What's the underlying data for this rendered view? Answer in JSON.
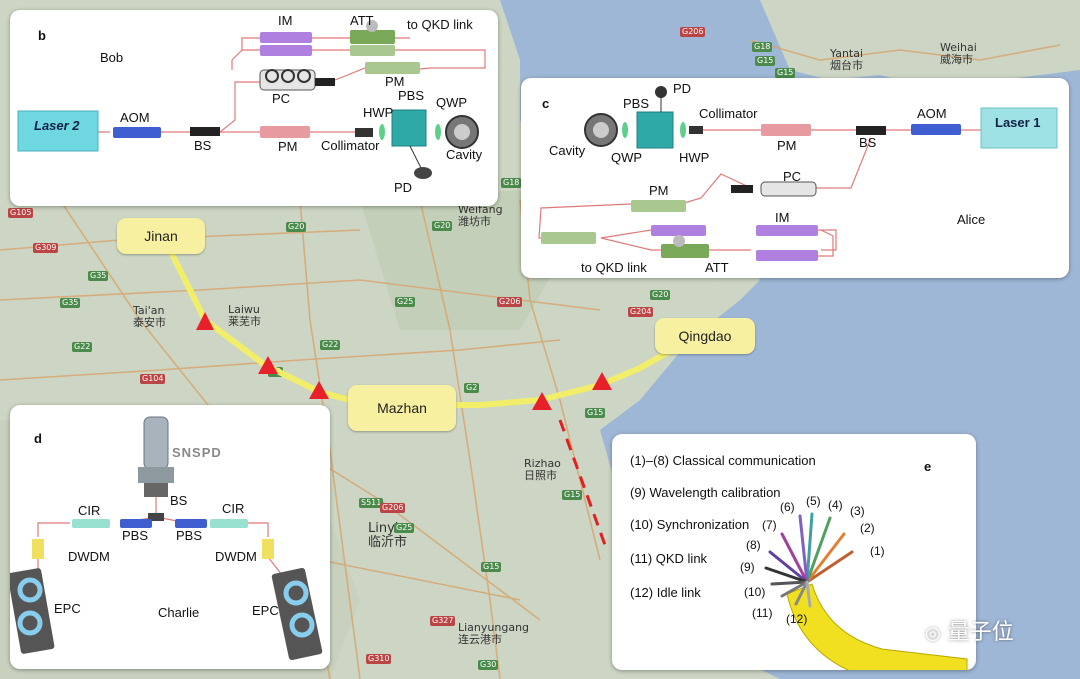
{
  "map": {
    "cities": [
      "Jinan",
      "Qingdao",
      "Mazhan"
    ],
    "places": [
      {
        "en": "Yantai",
        "zh": "烟台市"
      },
      {
        "en": "Weihai",
        "zh": "威海市"
      },
      {
        "en": "Weifang",
        "zh": "潍坊市"
      },
      {
        "en": "Tai'an",
        "zh": "泰安市"
      },
      {
        "en": "Laiwu",
        "zh": "莱芜市"
      },
      {
        "en": "Rizhao",
        "zh": "日照市"
      },
      {
        "en": "Linyi",
        "zh": "临沂市"
      },
      {
        "en": "Lianyungang",
        "zh": "连云港市"
      }
    ],
    "roads": [
      "G206",
      "G18",
      "G15",
      "G15",
      "G18",
      "G105",
      "G309",
      "G35",
      "G35",
      "G20",
      "G20",
      "G25",
      "G22",
      "G22",
      "G104",
      "G2",
      "G2",
      "G206",
      "G204",
      "G20",
      "G15",
      "G15",
      "S511",
      "G206",
      "G25",
      "G15",
      "G327",
      "G30",
      "G310"
    ]
  },
  "panel_b": {
    "letter": "b",
    "owner": "Bob",
    "labels": {
      "im": "IM",
      "att": "ATT",
      "to_qkd": "to QKD link",
      "pm_top": "PM",
      "pc": "PC",
      "laser": "Laser 2",
      "aom": "AOM",
      "bs": "BS",
      "pm": "PM",
      "collimator": "Collimator",
      "hwp": "HWP",
      "pbs": "PBS",
      "qwp": "QWP",
      "cavity": "Cavity",
      "pd": "PD"
    }
  },
  "panel_c": {
    "letter": "c",
    "owner": "Alice",
    "labels": {
      "pbs": "PBS",
      "pd": "PD",
      "collimator": "Collimator",
      "aom": "AOM",
      "laser": "Laser 1",
      "cavity": "Cavity",
      "qwp": "QWP",
      "hwp": "HWP",
      "pm": "PM",
      "bs": "BS",
      "pm2": "PM",
      "pc": "PC",
      "im": "IM",
      "to_qkd": "to QKD link",
      "att": "ATT"
    }
  },
  "panel_d": {
    "letter": "d",
    "owner": "Charlie",
    "labels": {
      "snspd": "SNSPD",
      "bs": "BS",
      "cir_l": "CIR",
      "cir_r": "CIR",
      "pbs_l": "PBS",
      "pbs_r": "PBS",
      "dwdm_l": "DWDM",
      "dwdm_r": "DWDM",
      "epc_l": "EPC",
      "epc_r": "EPC"
    }
  },
  "panel_e": {
    "letter": "e",
    "legend": [
      "(1)–(8) Classical communication",
      "(9) Wavelength calibration",
      "(10) Synchronization",
      "(11) QKD link",
      "(12) Idle link"
    ],
    "fiber_numbers": [
      "(1)",
      "(2)",
      "(3)",
      "(4)",
      "(5)",
      "(6)",
      "(7)",
      "(8)",
      "(9)",
      "(10)",
      "(11)",
      "(12)"
    ]
  },
  "watermark": "量子位",
  "colors": {
    "route": "#f2ee6a",
    "marker": "#e8202a",
    "sea": "#9fb7d6",
    "land": "#cdd6c4",
    "city_box": "#f7f0a0",
    "fiber": "#f0e020"
  }
}
